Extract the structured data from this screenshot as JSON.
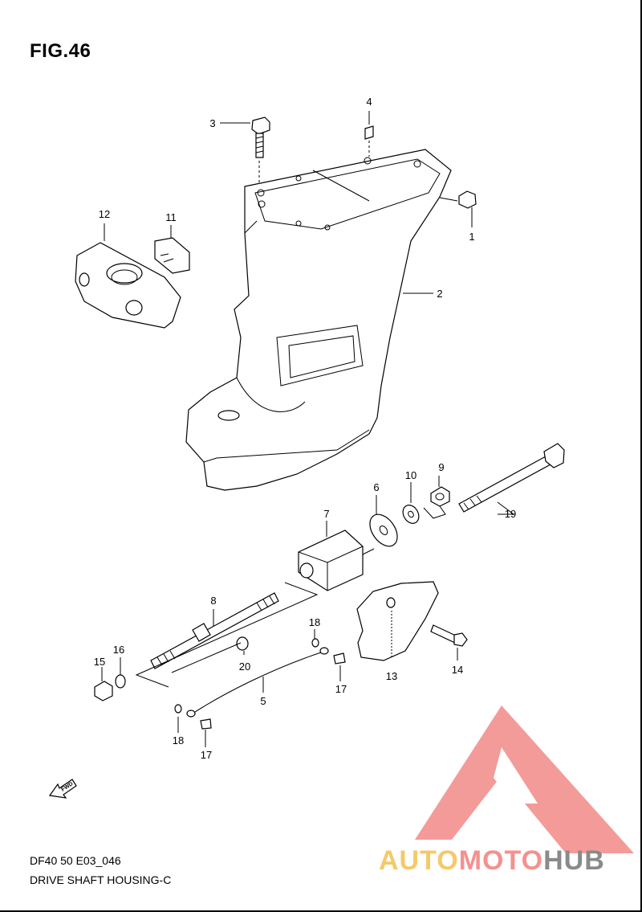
{
  "figure": {
    "title": "FIG.46",
    "code": "DF40 50 E03_046",
    "caption": "DRIVE SHAFT HOUSING-C"
  },
  "parts": {
    "p1": "1",
    "p2": "2",
    "p3": "3",
    "p4": "4",
    "p5": "5",
    "p6": "6",
    "p7": "7",
    "p8": "8",
    "p9": "9",
    "p10": "10",
    "p11": "11",
    "p12": "12",
    "p13": "13",
    "p14": "14",
    "p15": "15",
    "p16": "16",
    "p17a": "17",
    "p17b": "17",
    "p18a": "18",
    "p18b": "18",
    "p19": "19",
    "p20": "20"
  },
  "fwd_label": "FWD",
  "watermark": {
    "part1": "AUTO",
    "part2": "MOTO",
    "part3": "HUB",
    "color1": "#f5c96a",
    "color2": "#f4918e",
    "color3": "#8a8a8a",
    "logo_color": "#f28a87"
  }
}
